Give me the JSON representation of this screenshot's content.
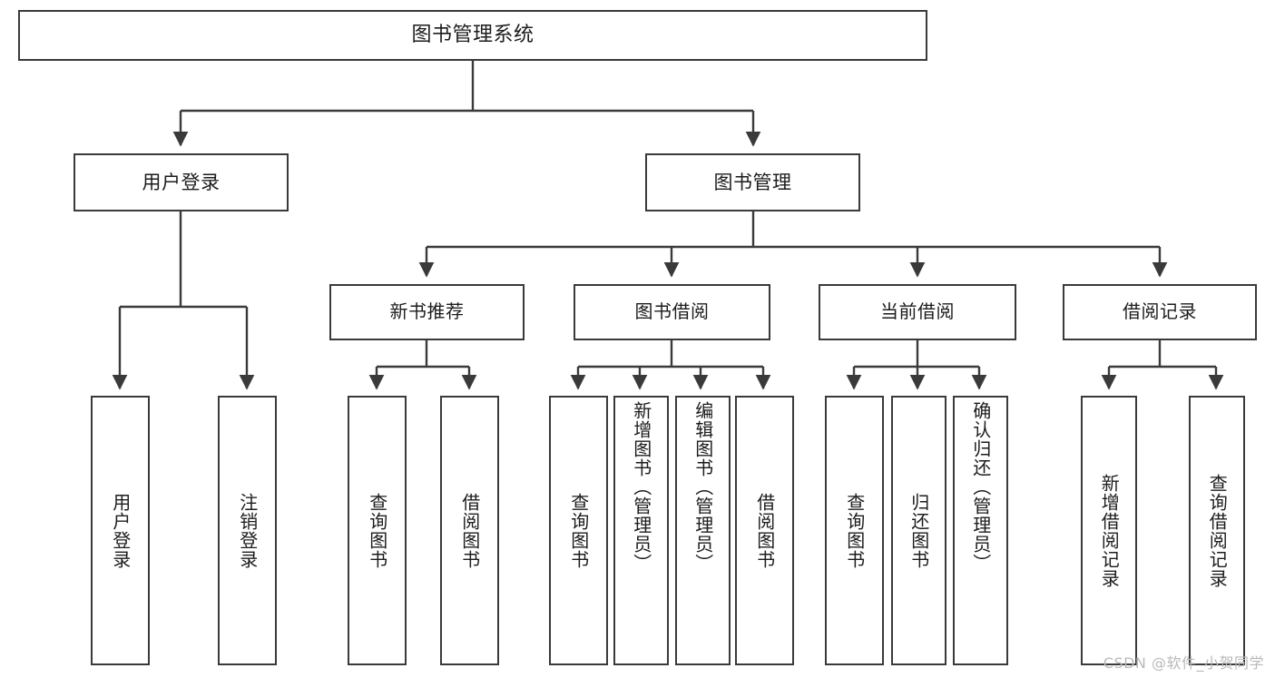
{
  "diagram": {
    "title": "图书管理系统",
    "type": "tree-hierarchy-diagram",
    "watermark": "CSDN @软件_小贺同学",
    "colors": {
      "stroke": "#3a3a3a",
      "fill": "#ffffff",
      "text": "#1c1c1c",
      "watermark": "#b9b9b9"
    }
  },
  "nodes": {
    "root": {
      "label": "图书管理系统"
    },
    "level2": [
      {
        "id": "user-login",
        "label": "用户登录"
      },
      {
        "id": "book-manage",
        "label": "图书管理"
      }
    ],
    "level3": [
      {
        "id": "new-book-recommend",
        "label": "新书推荐"
      },
      {
        "id": "book-borrow",
        "label": "图书借阅"
      },
      {
        "id": "current-borrow",
        "label": "当前借阅"
      },
      {
        "id": "borrow-record",
        "label": "借阅记录"
      }
    ],
    "leaves": {
      "user-login": [
        {
          "id": "leaf-user-login",
          "label": "用户登录"
        },
        {
          "id": "leaf-user-logout",
          "label": "注销登录"
        }
      ],
      "new-book-recommend": [
        {
          "id": "leaf-query-book-1",
          "label": "查询图书"
        },
        {
          "id": "leaf-borrow-book-1",
          "label": "借阅图书"
        }
      ],
      "book-borrow": [
        {
          "id": "leaf-query-book-2",
          "label": "查询图书"
        },
        {
          "id": "leaf-add-book",
          "label": "新增图书（管理员）"
        },
        {
          "id": "leaf-edit-book",
          "label": "编辑图书（管理员）"
        },
        {
          "id": "leaf-borrow-book-2",
          "label": "借阅图书"
        }
      ],
      "current-borrow": [
        {
          "id": "leaf-query-book-3",
          "label": "查询图书"
        },
        {
          "id": "leaf-return-book",
          "label": "归还图书"
        },
        {
          "id": "leaf-confirm-return",
          "label": "确认归还（管理员）"
        }
      ],
      "borrow-record": [
        {
          "id": "leaf-add-record",
          "label": "新增借阅记录"
        },
        {
          "id": "leaf-query-record",
          "label": "查询借阅记录"
        }
      ]
    }
  }
}
